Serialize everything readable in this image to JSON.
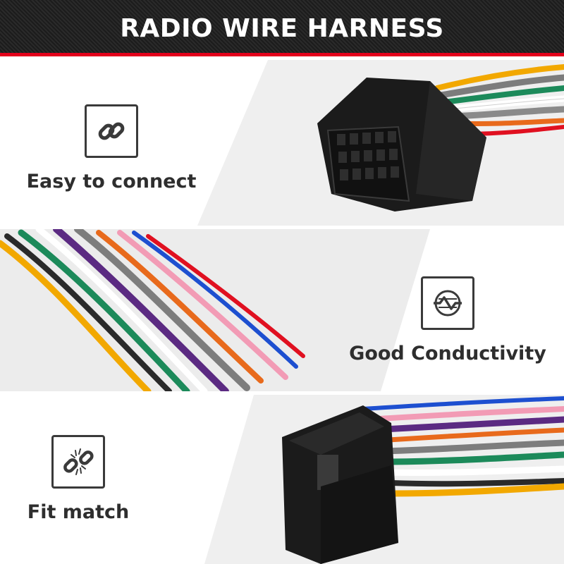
{
  "header": {
    "title": "RADIO WIRE HARNESS"
  },
  "features": [
    {
      "label": "Easy to connect",
      "icon": "link-icon"
    },
    {
      "label": "Good Conductivity",
      "icon": "conductivity-icon"
    },
    {
      "label": "Fit match",
      "icon": "broken-link-icon"
    }
  ],
  "colors": {
    "accent": "#e3001b",
    "header_bg": "#1f1f1f",
    "panel_gray": "#efefef",
    "text_dark": "#2e2e2e"
  }
}
